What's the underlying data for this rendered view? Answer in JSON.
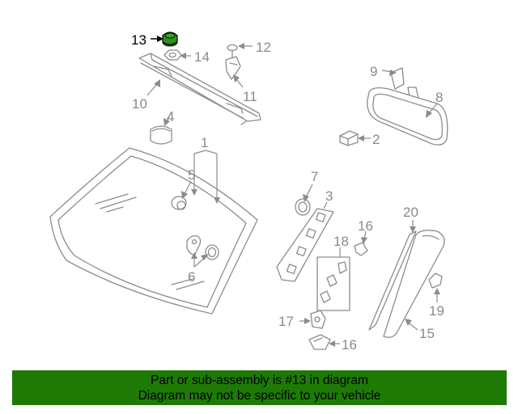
{
  "diagram": {
    "highlight_color": "#1e7a05",
    "callouts": {
      "c1": "1",
      "c2": "2",
      "c3": "3",
      "c4": "4",
      "c5": "5",
      "c6": "6",
      "c7": "7",
      "c8": "8",
      "c9": "9",
      "c10": "10",
      "c11": "11",
      "c12": "12",
      "c13": "13",
      "c14": "14",
      "c15": "15",
      "c16a": "16",
      "c16b": "16",
      "c17": "17",
      "c18": "18",
      "c19": "19",
      "c20": "20"
    }
  },
  "banner": {
    "line1": "Part or sub-assembly is #13 in diagram",
    "line2": "Diagram may not be specific to your vehicle",
    "background": "#1e7a05"
  }
}
